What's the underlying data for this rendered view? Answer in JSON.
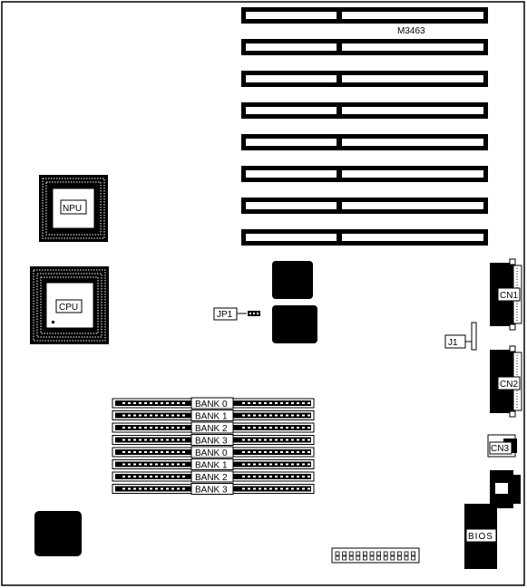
{
  "board": {
    "model": "M3463",
    "labels": {
      "npu": "NPU",
      "cpu": "CPU",
      "jp1": "JP1",
      "j1": "J1",
      "cn1": "CN1",
      "cn2": "CN2",
      "cn3": "CN3",
      "bios": "BIOS"
    },
    "expansion_slot_count": 8,
    "simm_banks": [
      "BANK 0",
      "BANK 1",
      "BANK 2",
      "BANK 3",
      "BANK 0",
      "BANK 1",
      "BANK 2",
      "BANK 3"
    ]
  }
}
